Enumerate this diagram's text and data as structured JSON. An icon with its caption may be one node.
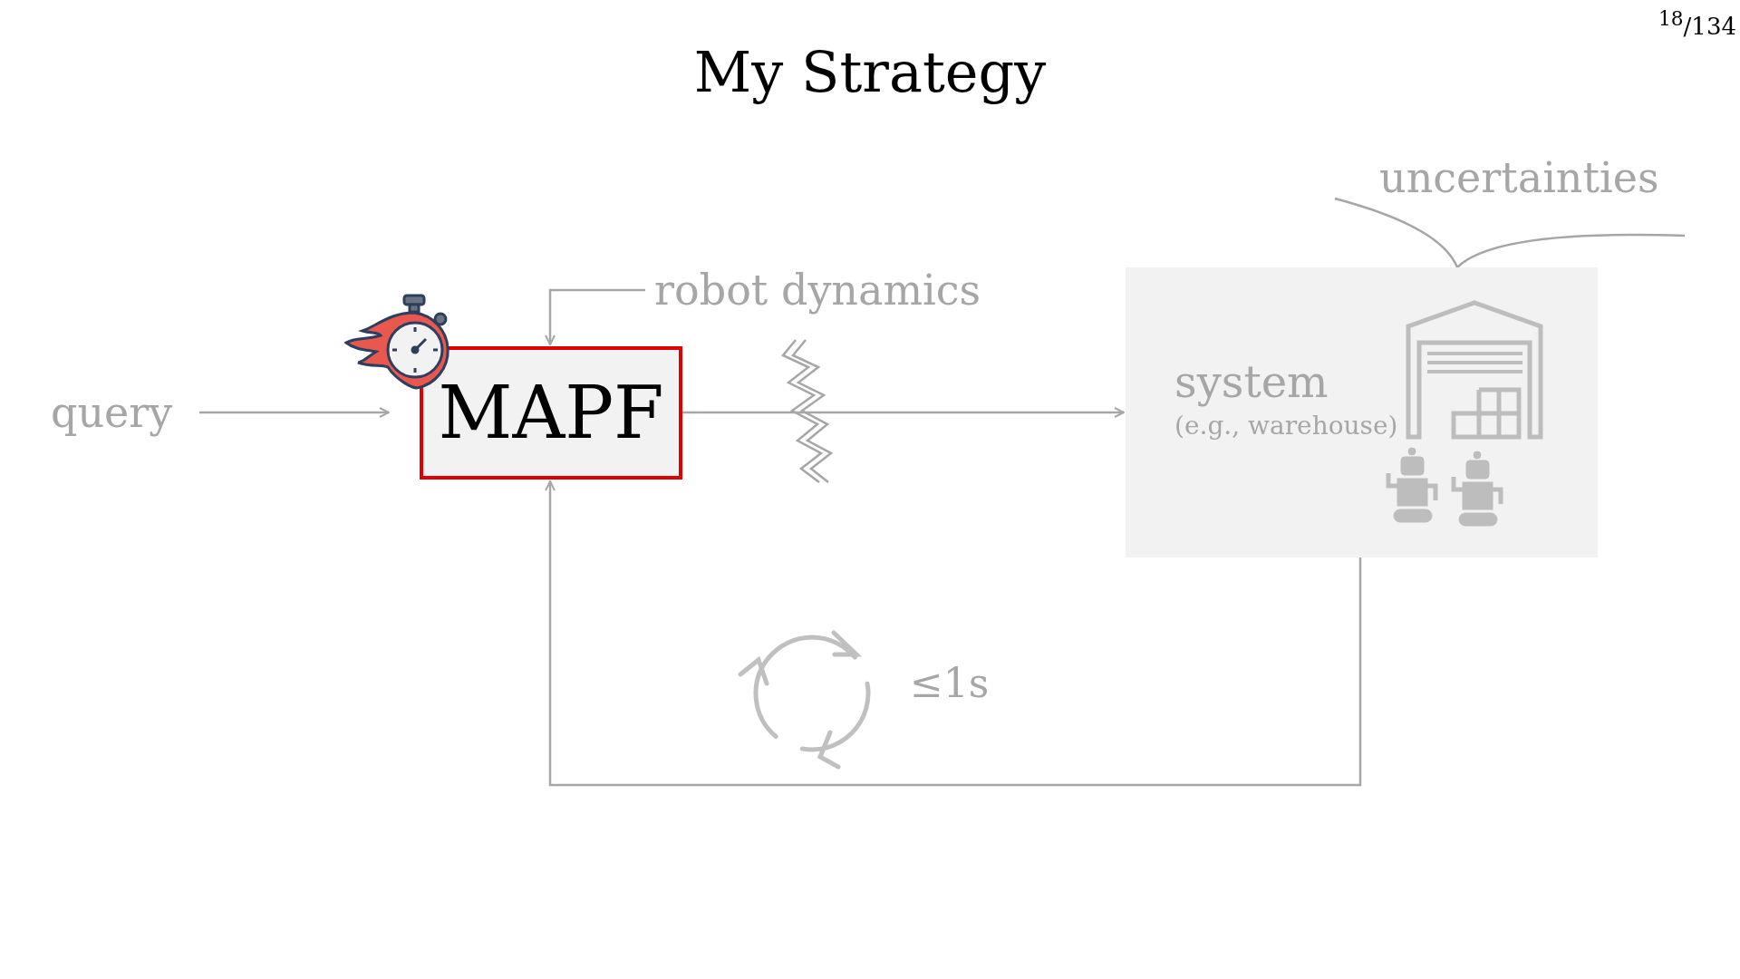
{
  "diagram": {
    "title": "My Strategy",
    "nodes": [
      {
        "text": [
          "query"
        ]
      },
      {
        "text": [
          "MAPF"
        ]
      },
      {
        "text": [
          "robot dynamics"
        ]
      },
      {
        "text": [
          "system",
          "(e.g., warehouse)"
        ]
      },
      {
        "text": [
          "uncertainties"
        ]
      }
    ],
    "edges": [
      {
        "from": 0,
        "to": 1,
        "arrow": "to"
      },
      {
        "from": 2,
        "to": 1,
        "arrow": "to"
      },
      {
        "from": 1,
        "to": 3,
        "arrow": "to"
      },
      {
        "from": 3,
        "to": 1,
        "arrow": "to"
      },
      {
        "from": 4,
        "to": 3,
        "arrow": "none"
      }
    ],
    "labels": [
      "$^{18}$/134",
      "≤1s"
    ]
  }
}
